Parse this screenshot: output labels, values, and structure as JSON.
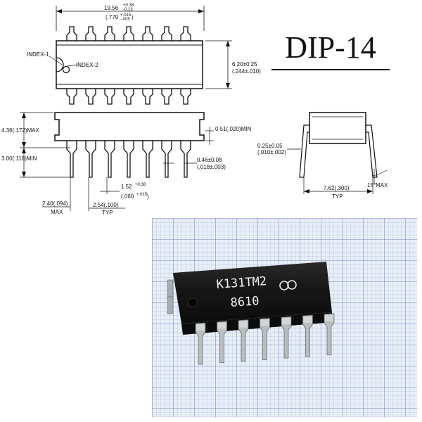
{
  "title": "DIP-14",
  "top_view": {
    "length": "19.56",
    "length_tol_plus": "+0.38",
    "length_tol_minus": "-0.13",
    "length_in": "(.770",
    "length_in_tol_plus": "+.015",
    "length_in_tol_minus": "-.005",
    "length_in_close": ")",
    "index1": "INDEX-1",
    "index2": "INDEX-2",
    "width": "6.20±0.25",
    "width_in": "(.244±.010)"
  },
  "side_view": {
    "height_max": "4.36(.172)MAX",
    "seat_min": "3.00(.118)MIN",
    "standoff": "0.51(.020)MIN",
    "lead_width": "0.46±0.08",
    "lead_width_in": "(.018±.003)",
    "shoulder": "1.52",
    "shoulder_tol": "+0.38",
    "shoulder_in": "(.060",
    "shoulder_in_tol": "+.015",
    "shoulder_in_close": ")",
    "end_max": "2.40(.094)",
    "end_max_label": "MAX",
    "pitch": "2.54(.100)",
    "pitch_label": "TYP"
  },
  "end_view": {
    "lead_thickness": "0.25±0.05",
    "lead_thickness_in": "(.010±.002)",
    "row_spacing": "7.62(.300)",
    "row_spacing_label": "TYP",
    "angle": "15°MAX"
  },
  "photo": {
    "marking_line1": "К131ТМ2",
    "marking_line2": "8610",
    "logo": "ʘʘ logo",
    "grid_color": "#6f86c4",
    "body_color": "#161616",
    "lead_color": "#b9bdbf"
  }
}
